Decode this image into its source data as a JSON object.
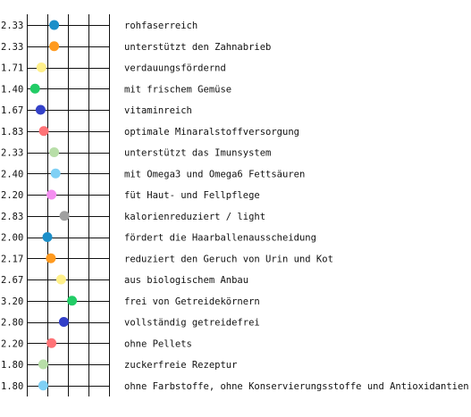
{
  "chart_data": {
    "type": "scatter",
    "xlim": [
      1,
      5
    ],
    "x_grid_lines": [
      1,
      2,
      3,
      4,
      5
    ],
    "grid": true,
    "categories": [
      "rohfaserreich",
      "unterstützt den Zahnabrieb",
      "verdauungsfördernd",
      "mit frischem Gemüse",
      "vitaminreich",
      "optimale Minaralstoffversorgung",
      "unterstützt das Imunsystem",
      "mit Omega3 und Omega6 Fettsäuren",
      "füt Haut- und Fellpflege",
      "kalorienreduziert / light",
      "fördert die Haarballenausscheidung",
      "reduziert den Geruch von Urin und Kot",
      "aus biologischem Anbau",
      "frei von Getreidekörnern",
      "vollständig getreidefrei",
      "ohne Pellets",
      "zuckerfreie Rezeptur",
      "ohne Farbstoffe, ohne Konservierungsstoffe und Antioxidantien"
    ],
    "values": [
      2.33,
      2.33,
      1.71,
      1.4,
      1.67,
      1.83,
      2.33,
      2.4,
      2.2,
      2.83,
      2.0,
      2.17,
      2.67,
      3.2,
      2.8,
      2.2,
      1.8,
      1.8
    ],
    "value_labels": [
      "2.33",
      "2.33",
      "1.71",
      "1.40",
      "1.67",
      "1.83",
      "2.33",
      "2.40",
      "2.20",
      "2.83",
      "2.00",
      "2.17",
      "2.67",
      "3.20",
      "2.80",
      "2.20",
      "1.80",
      "1.80"
    ],
    "colors": [
      "#1c8fc9",
      "#ff9a1f",
      "#fff08a",
      "#22cc66",
      "#3340c8",
      "#ff7377",
      "#b8dea8",
      "#7fd0f5",
      "#f48ef0",
      "#a0a0a0",
      "#1c8fc9",
      "#ff9a1f",
      "#fff08a",
      "#22cc66",
      "#3340c8",
      "#ff7377",
      "#b8dea8",
      "#7fd0f5"
    ]
  }
}
